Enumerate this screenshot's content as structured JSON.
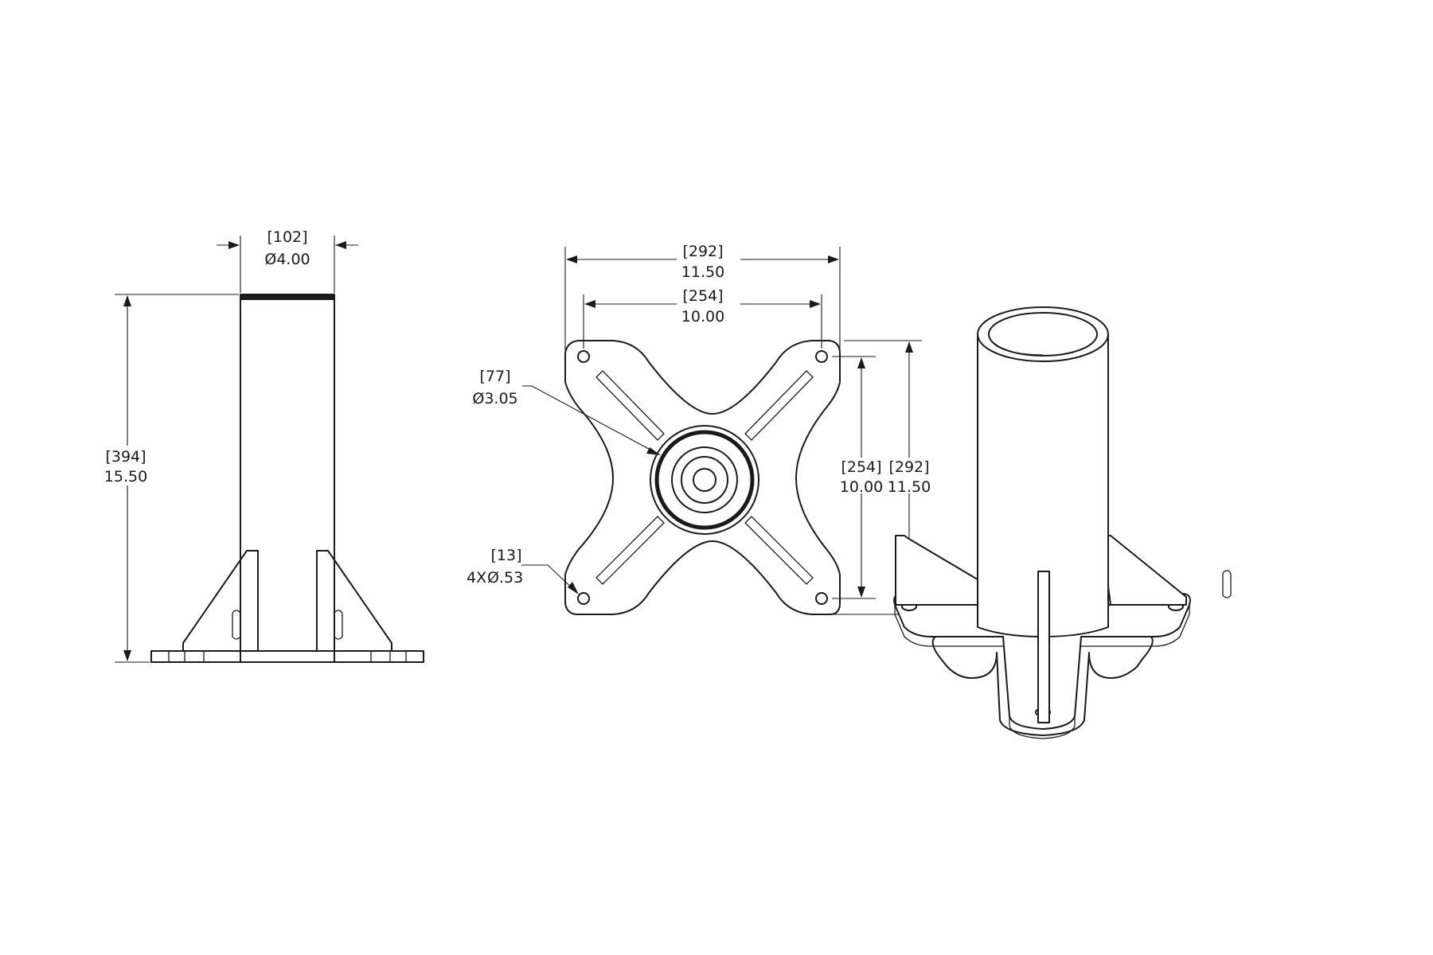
{
  "views": {
    "side": {
      "diameter": {
        "metric": "102",
        "imperial": "Ø4.00"
      },
      "height": {
        "metric": "394",
        "imperial": "15.50"
      }
    },
    "top": {
      "width_outer": {
        "metric": "292",
        "imperial": "11.50"
      },
      "width_inner": {
        "metric": "254",
        "imperial": "10.00"
      },
      "height_inner": {
        "metric": "254",
        "imperial": "10.00"
      },
      "height_outer": {
        "metric": "292",
        "imperial": "11.50"
      },
      "center_hole": {
        "metric": "77",
        "imperial": "Ø3.05"
      },
      "corner_holes": {
        "metric": "13",
        "count": "4X",
        "imperial": "Ø.53"
      }
    },
    "isometric": {}
  }
}
